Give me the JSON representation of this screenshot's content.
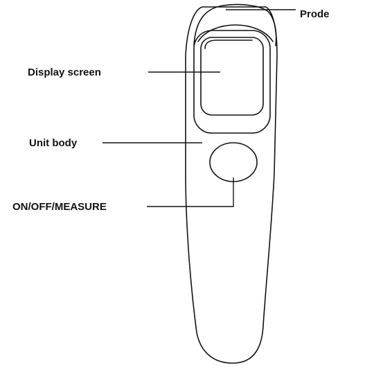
{
  "labels": {
    "probe": "Prode",
    "display_screen": "Display screen",
    "unit_body": "Unit body",
    "button": "ON/OFF/MEASURE"
  }
}
